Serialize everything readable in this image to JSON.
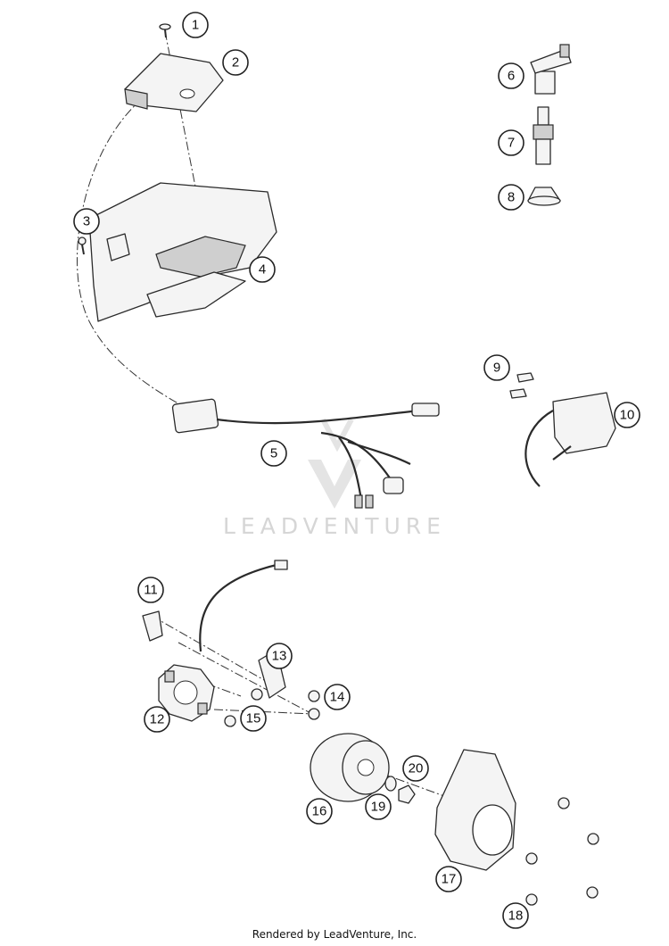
{
  "callouts": [
    "1",
    "2",
    "3",
    "4",
    "5",
    "6",
    "7",
    "8",
    "9",
    "10",
    "11",
    "12",
    "13",
    "14",
    "15",
    "16",
    "17",
    "18",
    "19",
    "20"
  ],
  "watermark": {
    "brand": "LEADVENTURE"
  },
  "footer": {
    "credit": "Rendered by LeadVenture, Inc."
  }
}
